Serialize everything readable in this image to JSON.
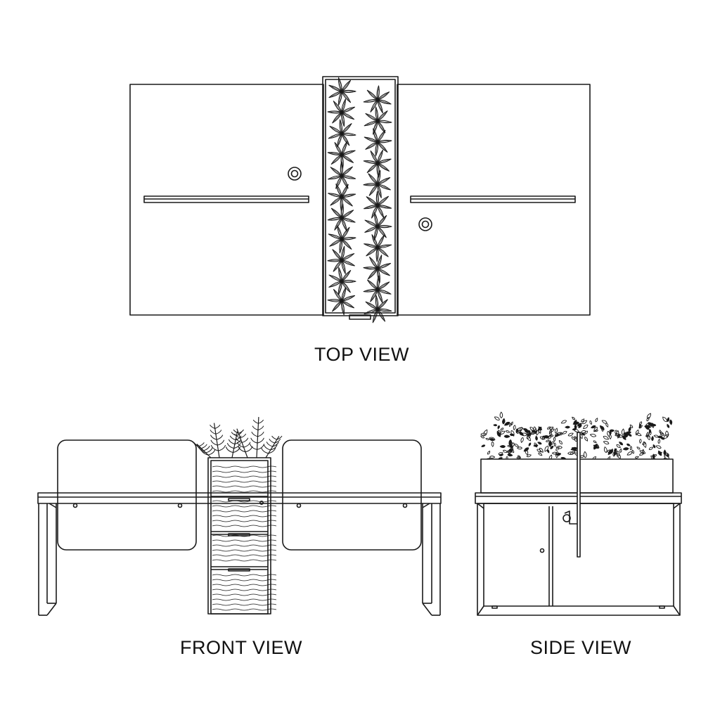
{
  "labels": {
    "top": "TOP VIEW",
    "front": "FRONT VIEW",
    "side": "SIDE VIEW"
  },
  "colors": {
    "line": "#1a1a1a",
    "background": "#ffffff"
  }
}
